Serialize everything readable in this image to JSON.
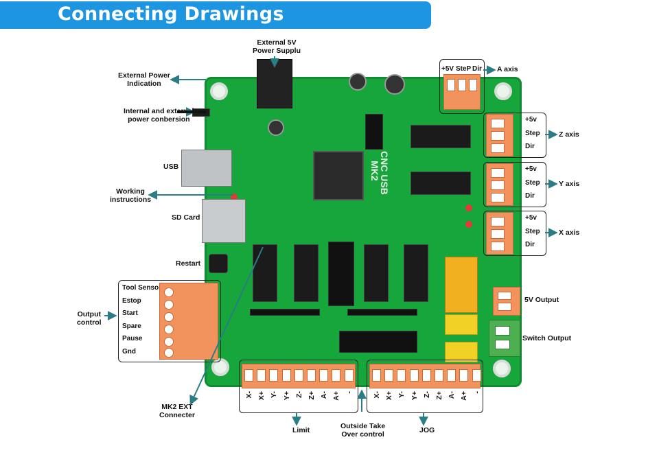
{
  "title": "Connecting Drawings",
  "labels": {
    "ext_power": [
      "External 5V",
      "Power Supplu"
    ],
    "ext_power_ind": [
      "External Power",
      "Indication"
    ],
    "int_ext_power": [
      "Internal and external",
      "power conbersion"
    ],
    "usb": "USB",
    "working": [
      "Working",
      "instructions"
    ],
    "sd_card": "SD Card",
    "restart": "Restart",
    "output_control": [
      "Output",
      "control"
    ],
    "mk2_ext": [
      "MK2 EXT",
      "Connecter"
    ],
    "limit": "Limit",
    "outside_take": [
      "Outside Take",
      "Over control"
    ],
    "jog": "JOG",
    "a_axis": "A axis",
    "z_axis": "Z axis",
    "y_axis": "Y axis",
    "x_axis": "X axis",
    "out_5v": "5V Output",
    "switch_output": "Switch Output"
  },
  "a_axis_pins": [
    "+5V",
    "SteP",
    "Dir"
  ],
  "zyx_pins": [
    "+5v",
    "Step",
    "Dir"
  ],
  "output_pins": [
    "Tool Sensor",
    "Estop",
    "Start",
    "Spare",
    "Pause",
    "Gnd"
  ],
  "limit_pins": [
    "X-",
    "X+",
    "Y-",
    "Y+",
    "Z-",
    "Z+",
    "A-",
    "A+",
    "-"
  ],
  "jog_pins": [
    "X-",
    "X+",
    "Y-",
    "Y+",
    "Z-",
    "Z+",
    "A-",
    "A+",
    "-"
  ],
  "board_silk": [
    "CNC USB",
    "MK2"
  ],
  "colors": {
    "banner": "#1e95e0",
    "board": "#17a63c",
    "terminal": "#f2935e",
    "arrow": "#2a7c85"
  }
}
